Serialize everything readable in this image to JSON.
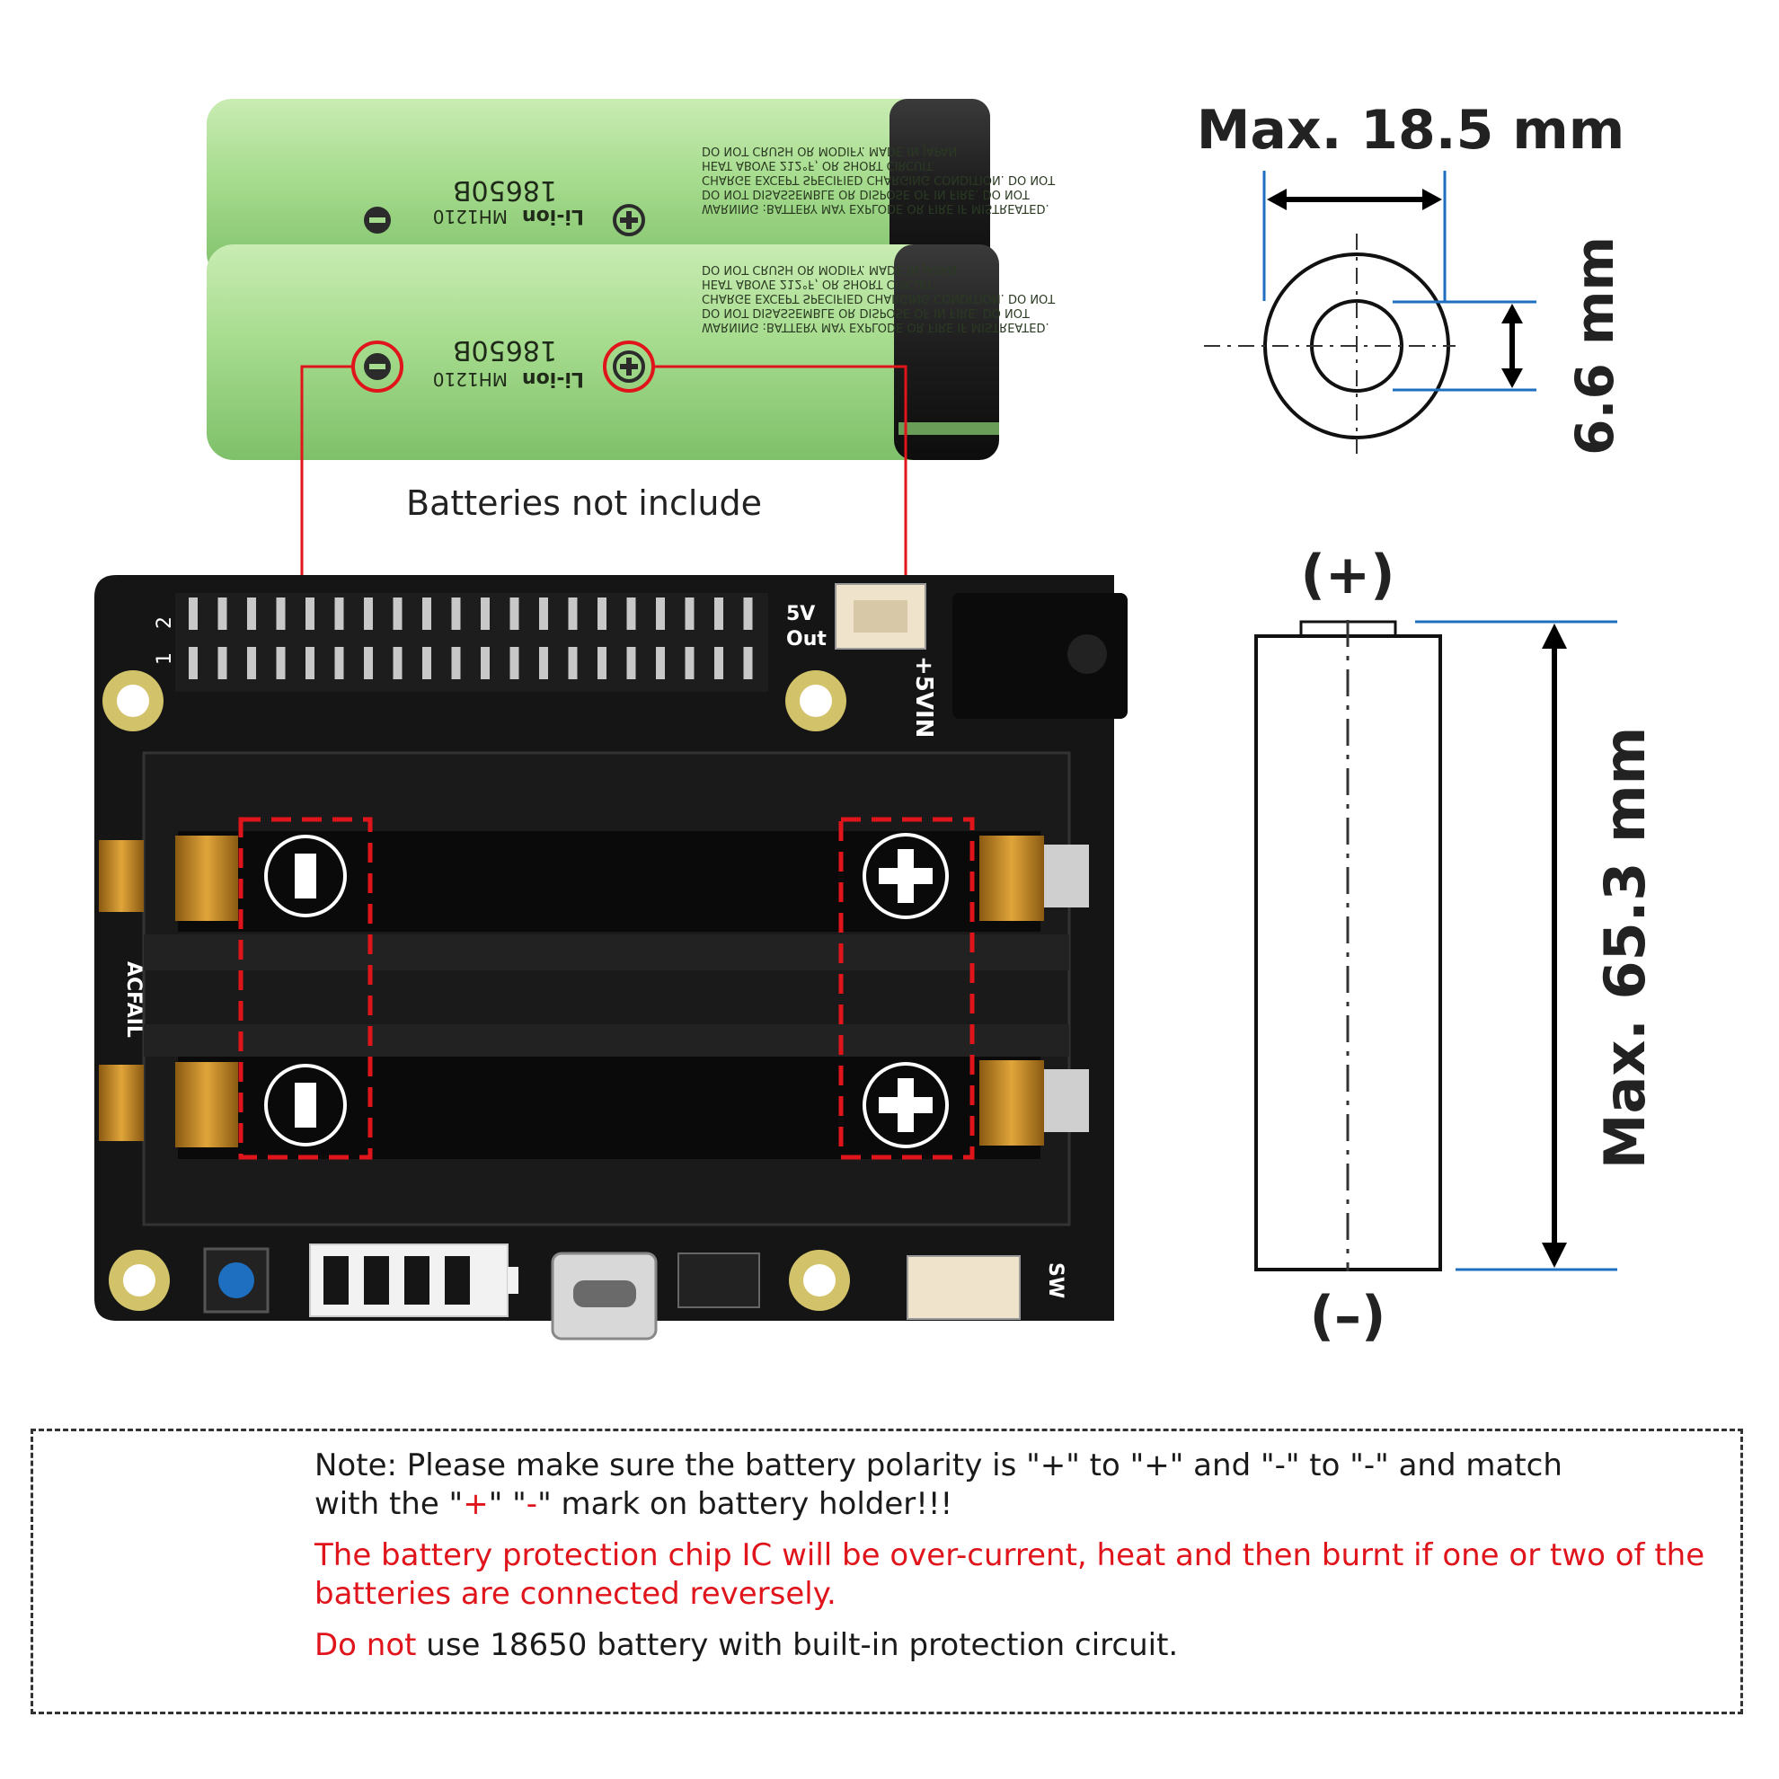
{
  "battery": {
    "model": "18650B",
    "chemistry": "Li-ion",
    "part": "MH1210",
    "warning_lines": [
      "WARNING :BATTERY MAY EXPLODE OR FIRE IF MISTREATED.",
      "DO NOT DISASSEMBLE OR DISPOSE OF IN FIRE. DO NOT",
      "CHARGE EXCEPT SPECIFIED CHARGING CONDITION. DO NOT",
      "HEAT ABOVE 212°F, OR SHORT CIRCUIT.",
      "DO NOT CRUSH OR MODIFY.      MADE IN JAPAN"
    ],
    "caption": "Batteries not include"
  },
  "dimensions": {
    "diameter": "Max. 18.5 mm",
    "terminal": "6.6 mm",
    "length": "Max. 65.3 mm",
    "plus": "(+)",
    "minus": "(–)"
  },
  "board": {
    "pin1": "1",
    "pin2": "2",
    "out5v_a": "5V",
    "out5v_b": "Out",
    "in5v": "+5VIN",
    "acfail": "ACFAIL",
    "sw": "SW"
  },
  "note": {
    "line1a": "Note: Please make sure the battery polarity is \"+\" to \"+\" and \"-\" to \"-\" and match",
    "line1b_pre": "with the \"",
    "line1b_plus": "+",
    "line1b_mid": "\" \"",
    "line1b_minus": "-",
    "line1b_post": "\" mark on battery holder!!!",
    "line2": "The battery protection chip IC will be over-current, heat and then burnt if one or two of the batteries are connected reversely.",
    "line3_red": "Do not",
    "line3_rest": " use 18650 battery with built-in protection circuit."
  },
  "colors": {
    "battery_green": "#a6dc8e",
    "pcb_black": "#151515",
    "accent_red": "#e0141b",
    "dim_blue": "#1f6fc0",
    "warning_yellow": "#fff200"
  }
}
